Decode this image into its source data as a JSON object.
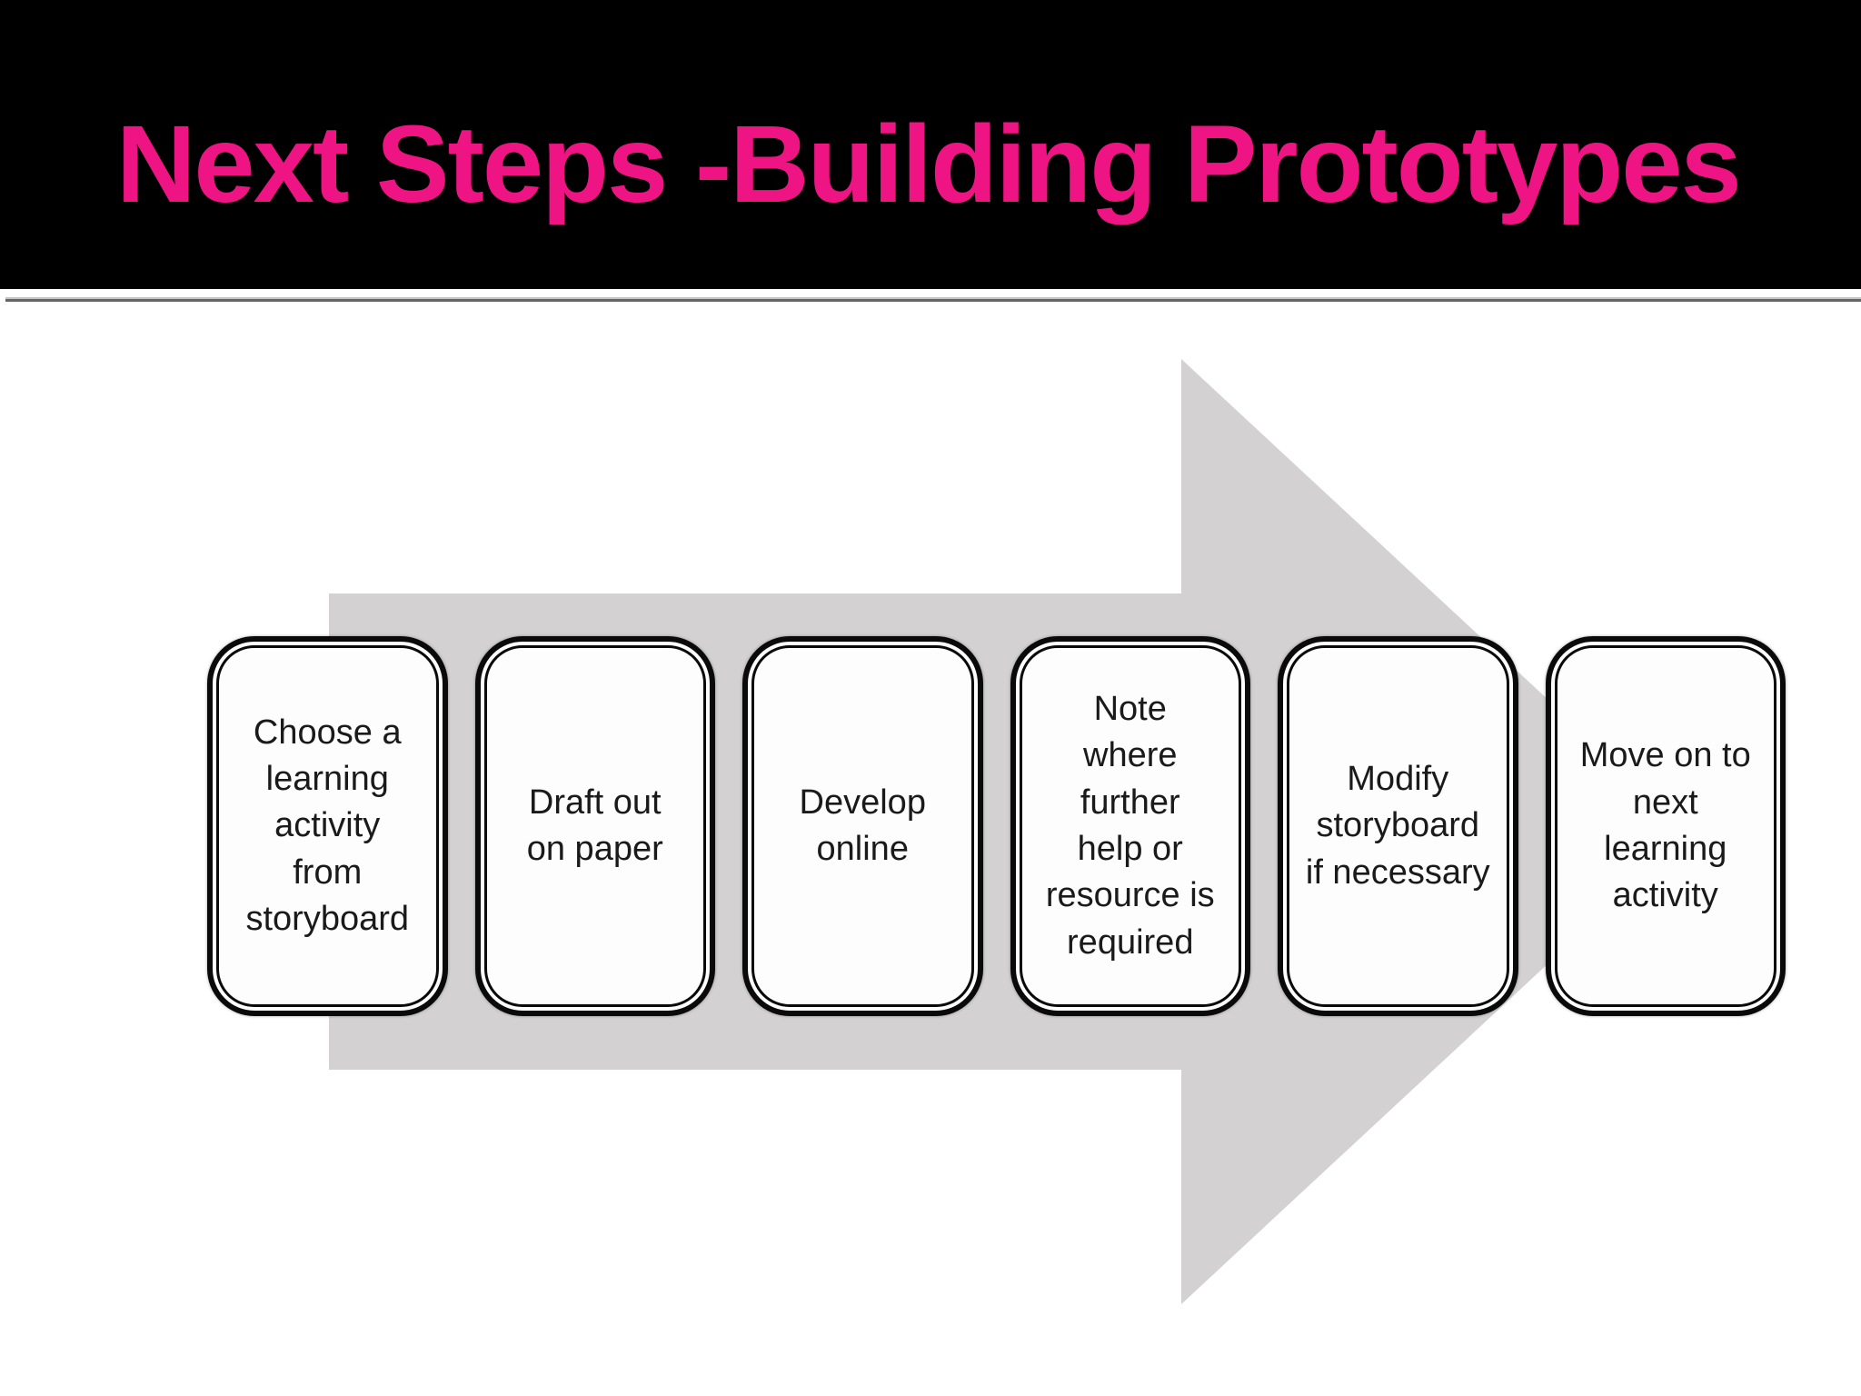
{
  "slide": {
    "title": "Next Steps -Building Prototypes",
    "colors": {
      "title": "#ef1484",
      "header_bg": "#000000",
      "divider": "#666666",
      "arrow": "#d3d1d1",
      "box_border": "#0a0a0a",
      "box_bg": "#fdfdfd",
      "text": "#1a1a1a",
      "background": "#ffffff"
    }
  },
  "process": {
    "kind": "left-to-right-arrow-flow",
    "steps": [
      {
        "text": "Choose a\nlearning\nactivity\nfrom\nstoryboard"
      },
      {
        "text": "Draft out\non paper"
      },
      {
        "text": "Develop\nonline"
      },
      {
        "text": "Note\nwhere\nfurther\nhelp or\nresource is\nrequired"
      },
      {
        "text": "Modify\nstoryboard\nif necessary"
      },
      {
        "text": "Move on to\nnext\nlearning\nactivity"
      }
    ]
  }
}
